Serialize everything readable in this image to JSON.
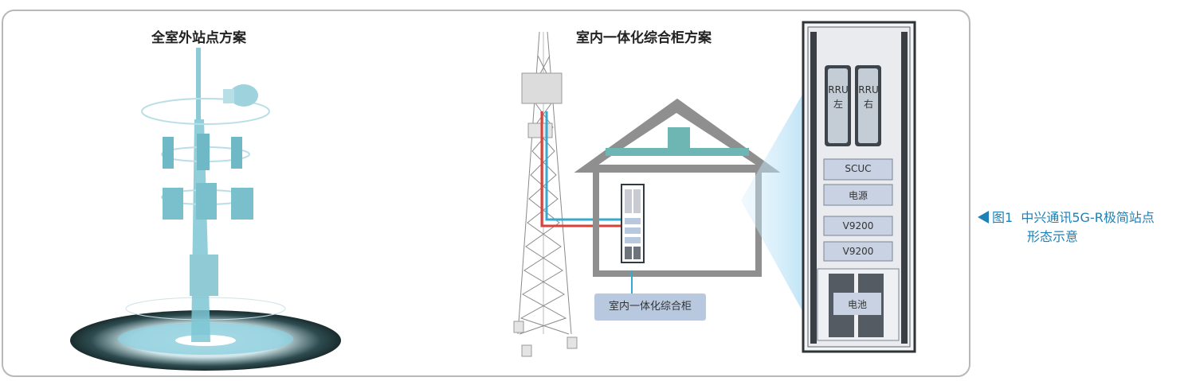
{
  "titles": {
    "left": "全室外站点方案",
    "middle": "室内一体化综合柜方案"
  },
  "cabinet_label": "室内一体化综合柜",
  "rack": {
    "rru_left": [
      "RRU",
      "左"
    ],
    "rru_right": [
      "RRU",
      "右"
    ],
    "modules": [
      "SCUC",
      "电源",
      "V9200",
      "V9200",
      "电池"
    ]
  },
  "caption": {
    "figure": "图1",
    "line1": "中兴通讯5G-R极简站点",
    "line2": "形态示意"
  },
  "colors": {
    "accent": "#1e82b8",
    "teal": "#7cc6d4",
    "house": "#8f8f8f",
    "house_accent": "#6db6b4",
    "fiber_red": "#d9423a",
    "fiber_blue": "#36a9d0"
  },
  "icons": [
    "tower-outdoor-icon",
    "lattice-tower-icon",
    "house-icon",
    "indoor-cabinet-icon",
    "rack-icon"
  ]
}
